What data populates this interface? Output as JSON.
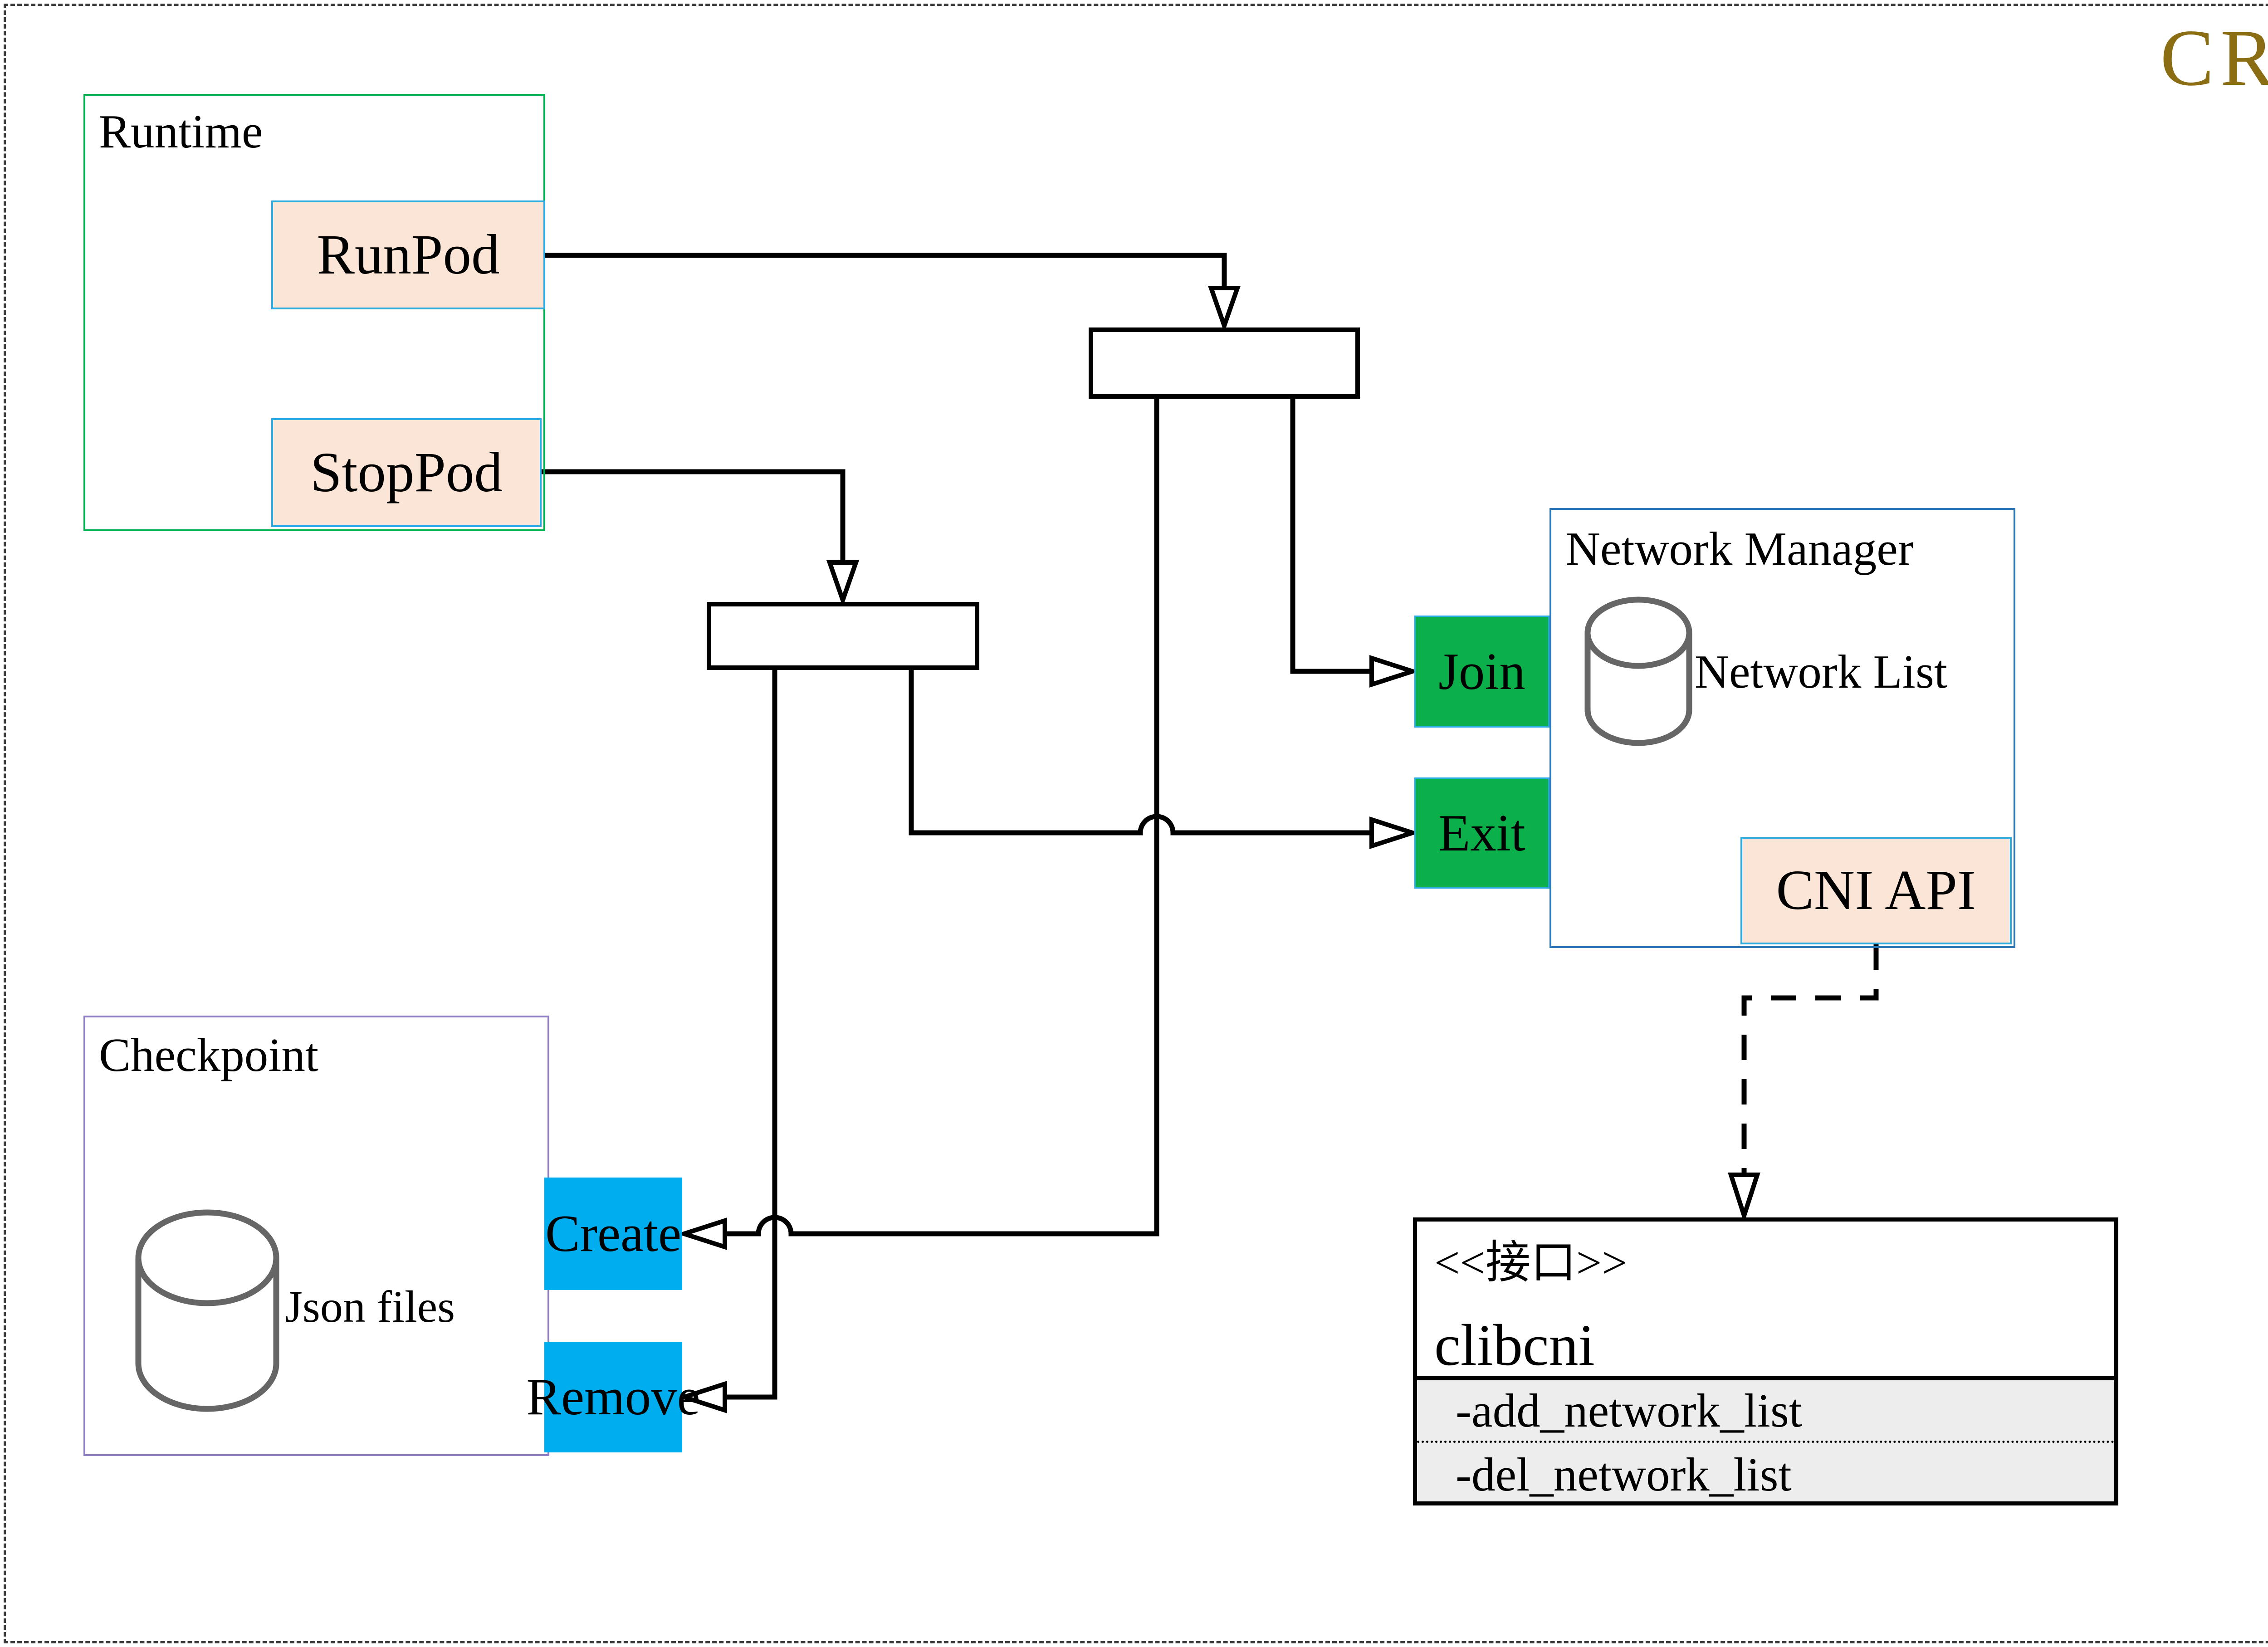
{
  "page": {
    "title": "CRI",
    "title_color": "#8B6D14",
    "background": "#ffffff",
    "border_style": "dashed"
  },
  "groups": {
    "runtime": {
      "label": "Runtime",
      "border_color": "#00B050"
    },
    "network_manager": {
      "label": "Network Manager",
      "border_color": "#2E75B6"
    },
    "checkpoint": {
      "label": "Checkpoint",
      "border_color": "#8E7CC3"
    }
  },
  "nodes": {
    "runpod": {
      "label": "RunPod",
      "fill": "#FBE5D6",
      "border_color": "#29ABE2"
    },
    "stoppod": {
      "label": "StopPod",
      "fill": "#FBE5D6",
      "border_color": "#29ABE2"
    },
    "join": {
      "label": "Join",
      "fill": "#0CB04A",
      "border_color": "#29ABE2"
    },
    "exit": {
      "label": "Exit",
      "fill": "#0CB04A",
      "border_color": "#29ABE2"
    },
    "cni_api": {
      "label": "CNI API",
      "fill": "#FBE5D6",
      "border_color": "#29ABE2"
    },
    "create": {
      "label": "Create",
      "fill": "#00AEEF"
    },
    "remove": {
      "label": "Remove",
      "fill": "#00AEEF"
    }
  },
  "datastores": {
    "network_list": {
      "label": "Network List",
      "stroke": "#666666"
    },
    "json_files": {
      "label": "Json files",
      "stroke": "#666666"
    }
  },
  "interface_box": {
    "stereotype": "<<接口>>",
    "name": "clibcni",
    "methods": [
      "-add_network_list",
      "-del_network_list"
    ],
    "section_fill": "#EDEDED"
  },
  "edges": [
    {
      "from": "RunPod",
      "to": "junction-1",
      "style": "solid",
      "arrowhead": "open"
    },
    {
      "from": "StopPod",
      "to": "junction-2",
      "style": "solid",
      "arrowhead": "open"
    },
    {
      "from": "junction-1",
      "to": "Join",
      "style": "solid",
      "arrowhead": "open"
    },
    {
      "from": "junction-1",
      "to": "Create",
      "style": "solid",
      "arrowhead": "open"
    },
    {
      "from": "junction-2",
      "to": "Exit",
      "style": "solid",
      "arrowhead": "open"
    },
    {
      "from": "junction-2",
      "to": "Remove",
      "style": "solid",
      "arrowhead": "open"
    },
    {
      "from": "CNI API",
      "to": "clibcni",
      "style": "dashed",
      "arrowhead": "open"
    }
  ]
}
